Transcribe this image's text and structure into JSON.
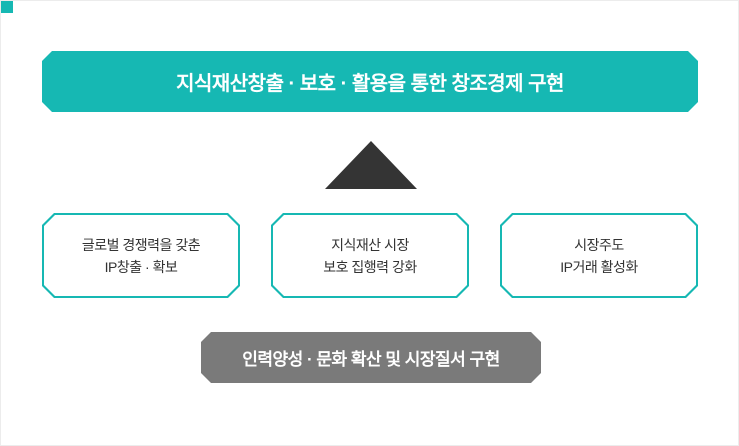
{
  "colors": {
    "teal": "#16b8b3",
    "dark": "#343434",
    "gray_bar": "#7a7a7a",
    "box_text": "#333333",
    "page_bg": "#ffffff",
    "page_border": "#ececec"
  },
  "diagram": {
    "goal_banner": {
      "label": "지식재산창출 · 보호 · 활용을 통한 창조경제 구현"
    },
    "strategy_boxes": [
      {
        "line1": "글로벌 경쟁력을 갖춘",
        "line2": "IP창출 · 확보"
      },
      {
        "line1": "지식재산 시장",
        "line2": "보호 집행력 강화"
      },
      {
        "line1": "시장주도",
        "line2": "IP거래 활성화"
      }
    ],
    "foundation_bar": {
      "label": "인력양성 · 문화 확산 및 시장질서 구현"
    }
  }
}
